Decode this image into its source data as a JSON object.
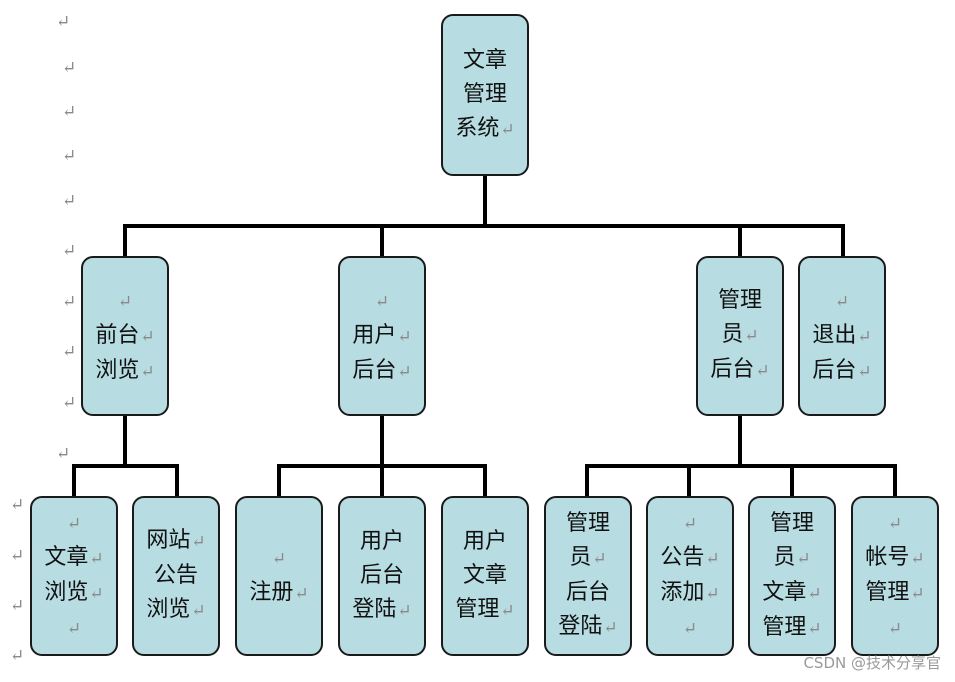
{
  "return_mark": "↵",
  "nodes": {
    "root": [
      "文章",
      "管理",
      "系统↵"
    ],
    "front_browse": [
      "↵",
      "前台↵",
      "浏览↵"
    ],
    "user_back": [
      "↵",
      "用户↵",
      "后台↵"
    ],
    "admin_back": [
      "管理",
      "员↵",
      "后台↵"
    ],
    "logout_back": [
      "↵",
      "退出↵",
      "后台↵"
    ],
    "article_browse": [
      "↵",
      "文章↵",
      "浏览↵",
      "↵"
    ],
    "site_notice_browse": [
      "网站↵",
      "公告",
      "浏览↵"
    ],
    "register": [
      "↵",
      "注册↵"
    ],
    "user_login": [
      "用户",
      "后台",
      "登陆↵"
    ],
    "user_article_mgmt": [
      "用户",
      "文章",
      "管理↵"
    ],
    "admin_login": [
      "管理",
      "员↵",
      "后台",
      "登陆↵"
    ],
    "notice_add": [
      "↵",
      "公告↵",
      "添加↵",
      "↵"
    ],
    "admin_article_mgmt": [
      "管理",
      "员↵",
      "文章↵",
      "管理↵"
    ],
    "account_mgmt": [
      "↵",
      "帐号↵",
      "管理↵",
      "↵"
    ]
  },
  "watermark": "CSDN @技术分享官"
}
